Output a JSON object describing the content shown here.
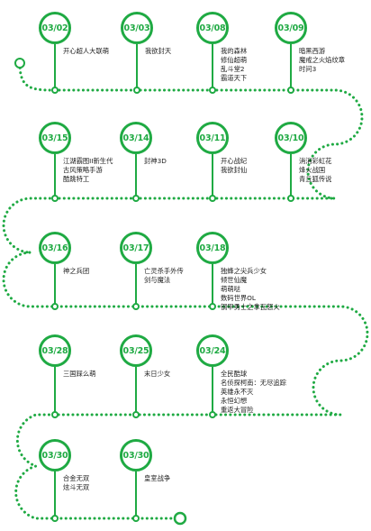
{
  "accent_color": "#1faa43",
  "events": [
    {
      "date": "03/02",
      "games": [
        "开心超人大联萌"
      ]
    },
    {
      "date": "03/03",
      "games": [
        "我欲封天"
      ]
    },
    {
      "date": "03/08",
      "games": [
        "我的森林",
        "修仙超萌",
        "乱斗堂2",
        "霸道天下"
      ]
    },
    {
      "date": "03/09",
      "games": [
        "暗黑西游",
        "魔戒之火焰纹章",
        "时问3"
      ]
    },
    {
      "date": "03/15",
      "games": [
        "江湖霸图II新生代",
        "古风策略手游",
        "酷跳特工"
      ]
    },
    {
      "date": "03/14",
      "games": [
        "封神3D"
      ]
    },
    {
      "date": "03/11",
      "games": [
        "开心战纪",
        "我欲封仙"
      ]
    },
    {
      "date": "03/10",
      "games": [
        "消消彩虹花",
        "烽火战国",
        "青丘狐传说"
      ]
    },
    {
      "date": "03/16",
      "games": [
        "神之兵团"
      ]
    },
    {
      "date": "03/17",
      "games": [
        "亡灵杀手外传",
        "剑与魔法"
      ]
    },
    {
      "date": "03/18",
      "games": [
        "独蜂之尖兵少女",
        "倾世仙魔",
        "萌萌哒",
        "数码世界OL",
        "钢甲勇士之拿瓦怒火"
      ]
    },
    {
      "date": "03/28",
      "games": [
        "三国踩么萌"
      ]
    },
    {
      "date": "03/25",
      "games": [
        "末日少女"
      ]
    },
    {
      "date": "03/24",
      "games": [
        "全民酷球",
        "名侦探柯南：无尽追踪",
        "英雄永不灭",
        "永恒幻想",
        "重返大冒险"
      ]
    },
    {
      "date": "03/30",
      "games": [
        "合金无双",
        "炫斗无双"
      ]
    },
    {
      "date": "03/30",
      "games": [
        "皇室战争"
      ]
    }
  ]
}
